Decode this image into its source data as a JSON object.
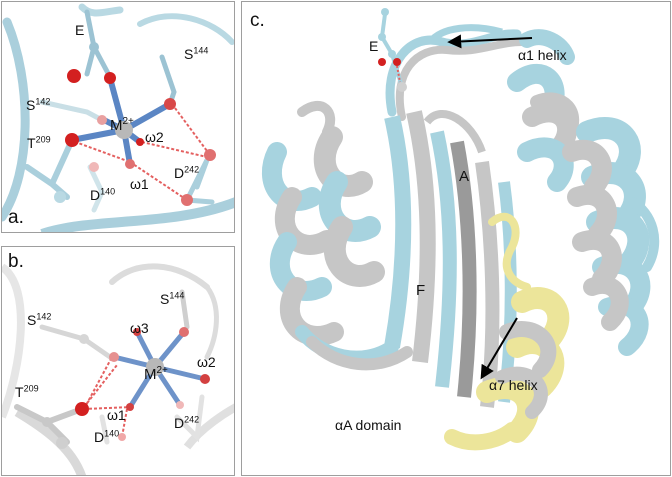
{
  "panel_a": {
    "letter": "a.",
    "E": "E",
    "S144": {
      "base": "S",
      "sup": "144"
    },
    "S142": {
      "base": "S",
      "sup": "142"
    },
    "M": {
      "base": "M",
      "sup": "2+"
    },
    "w2": "ω2",
    "T209": {
      "base": "T",
      "sup": "209"
    },
    "D242": {
      "base": "D",
      "sup": "242"
    },
    "w1": "ω1",
    "D140": {
      "base": "D",
      "sup": "140"
    }
  },
  "panel_b": {
    "letter": "b.",
    "S144": {
      "base": "S",
      "sup": "144"
    },
    "S142": {
      "base": "S",
      "sup": "142"
    },
    "w3": "ω3",
    "w2": "ω2",
    "M": {
      "base": "M",
      "sup": "2+"
    },
    "T209": {
      "base": "T",
      "sup": "209"
    },
    "w1": "ω1",
    "D242": {
      "base": "D",
      "sup": "242"
    },
    "D140": {
      "base": "D",
      "sup": "140"
    }
  },
  "panel_c": {
    "letter": "c.",
    "E": "E",
    "a1_helix": "α1 helix",
    "A": "A",
    "F": "F",
    "a7_helix": "α7 helix",
    "aA_domain": "αA domain"
  },
  "colors": {
    "ribbon_blue": "#a7d3df",
    "ribbon_gray": "#c6c6c6",
    "ribbon_yellow": "#ece59a",
    "oxygen_red": "#d32020",
    "metal_bond_blue": "#5b86c4",
    "hbond_red": "#e46060"
  }
}
